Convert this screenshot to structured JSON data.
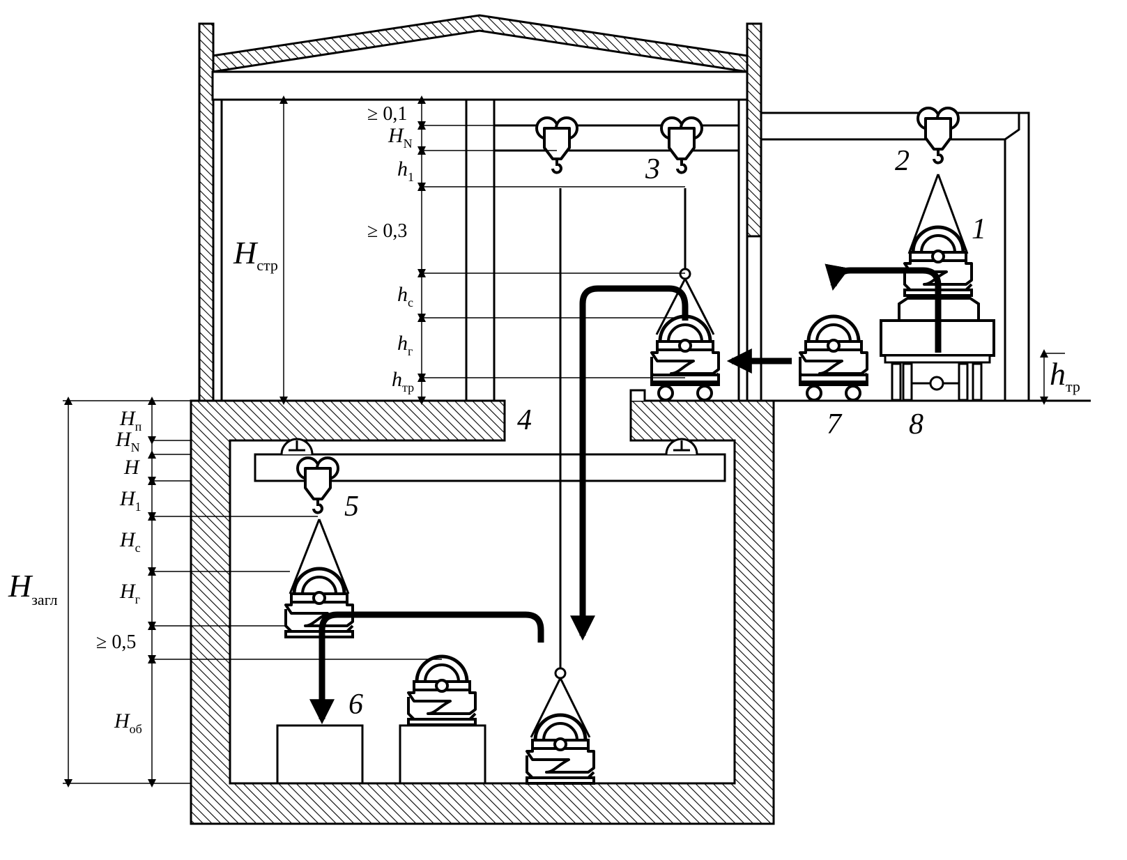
{
  "diagram": {
    "upper_labels": [
      {
        "main": "≥ 0,1",
        "sub": ""
      },
      {
        "main": "H",
        "sub": "N"
      },
      {
        "main": "h",
        "sub": "1"
      },
      {
        "main": "≥ 0,3",
        "sub": ""
      },
      {
        "main": "h",
        "sub": "с"
      },
      {
        "main": "h",
        "sub": "г"
      },
      {
        "main": "h",
        "sub": "тр"
      }
    ],
    "h_str": {
      "main": "H",
      "sub": "стр"
    },
    "h_tr_right": {
      "main": "h",
      "sub": "тр"
    },
    "lower_labels": [
      {
        "main": "H",
        "sub": "п"
      },
      {
        "main": "H",
        "sub": "N"
      },
      {
        "main": "H",
        "sub": ""
      },
      {
        "main": "H",
        "sub": "1"
      },
      {
        "main": "H",
        "sub": "с"
      },
      {
        "main": "H",
        "sub": "г"
      },
      {
        "main": "≥ 0,5",
        "sub": ""
      },
      {
        "main": "H",
        "sub": "об"
      }
    ],
    "h_zagl": {
      "main": "H",
      "sub": "загл"
    },
    "numbers": [
      "1",
      "2",
      "3",
      "4",
      "5",
      "6",
      "7",
      "8"
    ]
  }
}
